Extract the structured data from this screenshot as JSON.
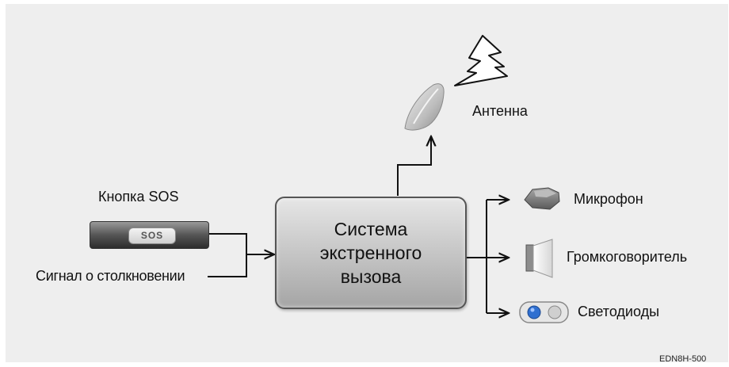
{
  "central": {
    "lines": [
      "Система",
      "экстренного",
      "вызова"
    ]
  },
  "inputs": {
    "sos_button_label": "Кнопка SOS",
    "sos_key_text": "SOS",
    "collision_signal": "Сигнал о столкновении"
  },
  "outputs": {
    "antenna": "Антенна",
    "microphone": "Микрофон",
    "speaker": "Громкоговоритель",
    "leds": "Светодиоды"
  },
  "figure_code": "EDN8H-500",
  "colors": {
    "background": "#eeeeee",
    "line": "#111111",
    "box_border": "#555555",
    "led_blue": "#2f6fd0"
  },
  "icons": [
    "lightning-bolt-icon",
    "antenna-icon",
    "sos-button-icon",
    "microphone-icon",
    "speaker-icon",
    "led-indicator-icon"
  ]
}
